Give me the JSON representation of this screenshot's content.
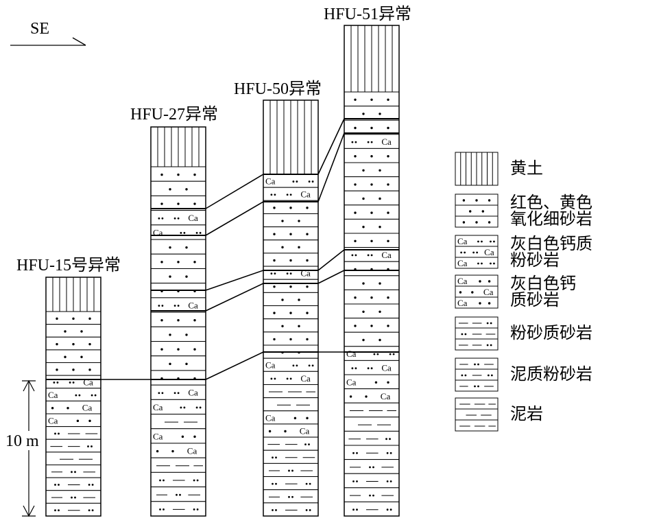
{
  "direction_label": "SE",
  "scale_label": "10 m",
  "ca_symbol": "Ca",
  "colors": {
    "line": "#000000",
    "background": "#ffffff"
  },
  "columns": [
    {
      "label": "HFU-15号异常",
      "layers": [
        "loess",
        "red",
        "red",
        "red",
        "red",
        "red",
        "ca_silt",
        "ca_silt",
        "ca_sand",
        "ca_sand",
        "silty_sand",
        "silty_sand",
        "mudstone",
        "muddy_silt",
        "muddy_silt",
        "muddy_silt",
        "muddy_silt"
      ]
    },
    {
      "label": "HFU-27异常",
      "layers": [
        "loess",
        "red",
        "red",
        "red",
        "ca_silt",
        "ca_silt",
        "red",
        "red",
        "red",
        "red",
        "ca_silt",
        "red",
        "red",
        "red",
        "red",
        "red",
        "ca_silt",
        "ca_silt",
        "mudstone",
        "ca_sand",
        "ca_sand",
        "mudstone",
        "muddy_silt",
        "muddy_silt",
        "muddy_silt"
      ]
    },
    {
      "label": "HFU-50异常",
      "layers": [
        "loess",
        "ca_silt",
        "ca_silt",
        "red",
        "red",
        "red",
        "red",
        "red",
        "ca_silt",
        "red",
        "red",
        "red",
        "red",
        "red",
        "red",
        "ca_silt",
        "ca_silt",
        "mudstone",
        "mudstone",
        "ca_sand",
        "ca_sand",
        "silty_sand",
        "silty_sand",
        "muddy_silt",
        "muddy_silt",
        "muddy_silt",
        "muddy_silt"
      ]
    },
    {
      "label": "HFU-51异常",
      "layers": [
        "loess",
        "red",
        "red",
        "red",
        "ca_silt",
        "red",
        "red",
        "red",
        "red",
        "red",
        "red",
        "red",
        "ca_silt",
        "red",
        "red",
        "red",
        "red",
        "red",
        "red",
        "ca_silt",
        "ca_silt",
        "ca_sand",
        "ca_sand",
        "mudstone",
        "mudstone",
        "silty_sand",
        "muddy_silt",
        "muddy_silt",
        "muddy_silt",
        "muddy_silt",
        "muddy_silt"
      ]
    }
  ],
  "legend": [
    {
      "type": "loess",
      "label": "黄土"
    },
    {
      "type": "red",
      "label": "红色、黄色\n氧化细砂岩"
    },
    {
      "type": "ca_silt",
      "label": "灰白色钙质\n粉砂岩"
    },
    {
      "type": "ca_sand",
      "label": "灰白色钙\n质砂岩"
    },
    {
      "type": "silty_sand",
      "label": "粉砂质砂岩"
    },
    {
      "type": "muddy_silt",
      "label": "泥质粉砂岩"
    },
    {
      "type": "mudstone",
      "label": "泥岩"
    }
  ]
}
